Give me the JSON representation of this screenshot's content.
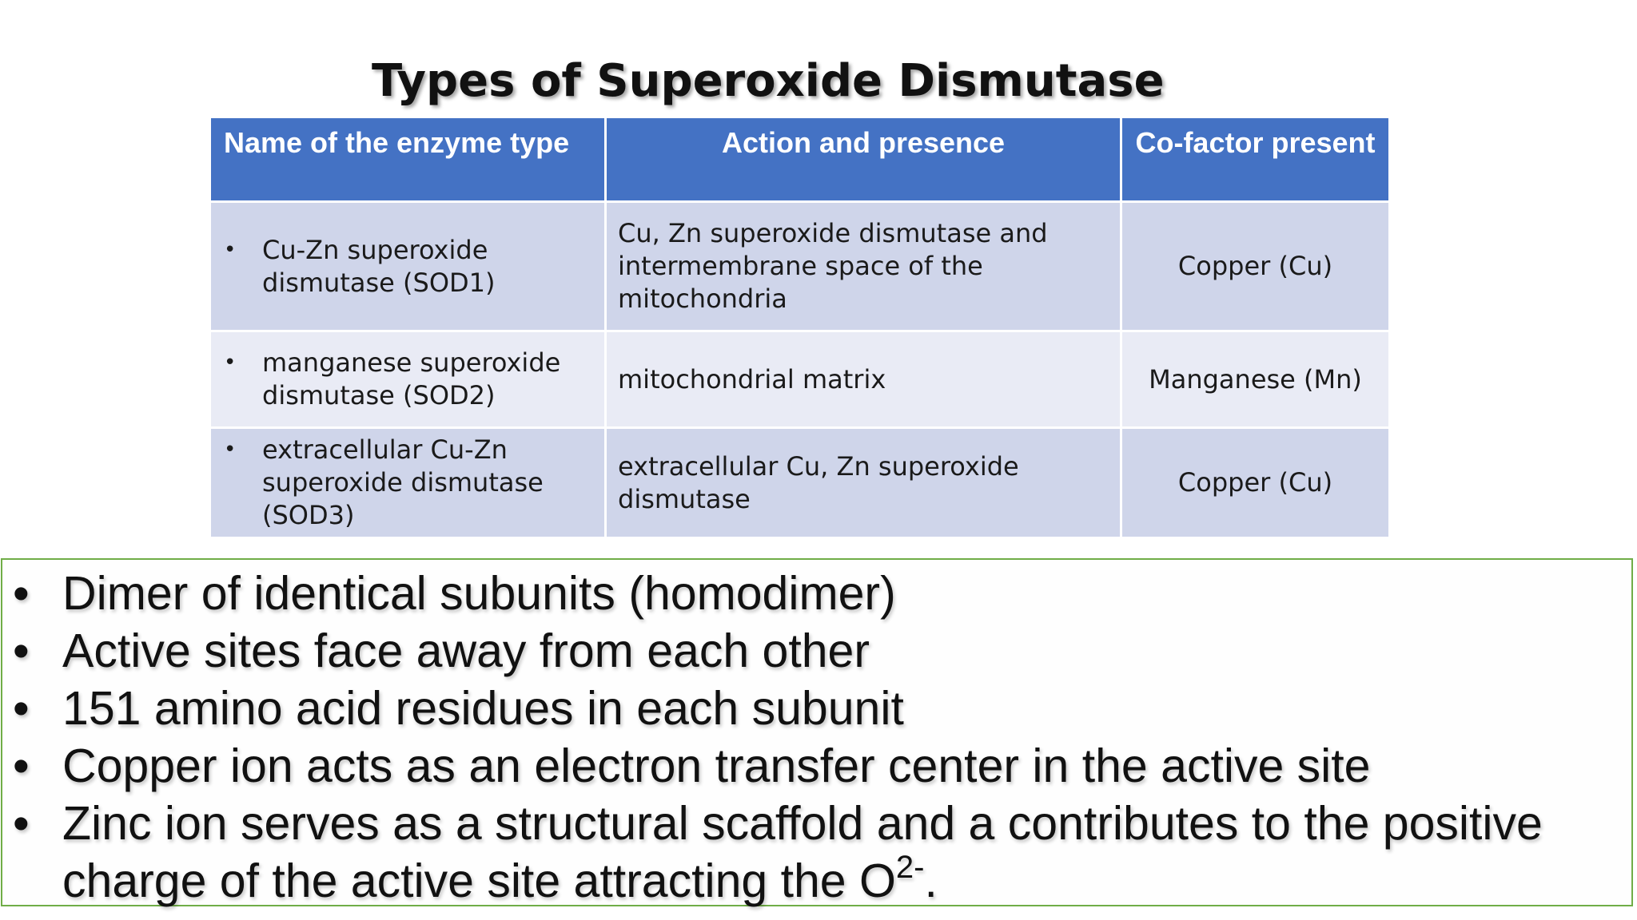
{
  "title": "Types of Superoxide Dismutase",
  "table": {
    "headers": [
      "Name of the enzyme type",
      "Action and presence",
      "Co-factor present"
    ],
    "rows": [
      {
        "bullet": "•",
        "name": "Cu-Zn superoxide dismutase (SOD1)",
        "action": "Cu, Zn superoxide dismutase and intermembrane space of the mitochondria",
        "cofactor": "Copper (Cu)"
      },
      {
        "bullet": "•",
        "name": "manganese superoxide dismutase (SOD2)",
        "action": "mitochondrial matrix",
        "cofactor": "Manganese (Mn)"
      },
      {
        "bullet": "•",
        "name": "extracellular Cu-Zn superoxide dismutase (SOD3)",
        "action": "extracellular Cu, Zn superoxide dismutase",
        "cofactor": "Copper (Cu)"
      }
    ]
  },
  "notes": {
    "bullet": "•",
    "items": [
      "Dimer of identical subunits (homodimer)",
      "Active sites face away from each other",
      "151 amino acid residues in each subunit",
      "Copper ion acts as an electron transfer center in the active site",
      "Zinc ion serves as a structural scaffold and a contributes to the positive charge of the active site attracting the O"
    ],
    "last_superscript": "2-",
    "last_suffix": "."
  },
  "colors": {
    "header_bg": "#4472c4",
    "row_dark": "#cfd5ea",
    "row_light": "#e9ebf5",
    "notes_border": "#70ad47"
  }
}
